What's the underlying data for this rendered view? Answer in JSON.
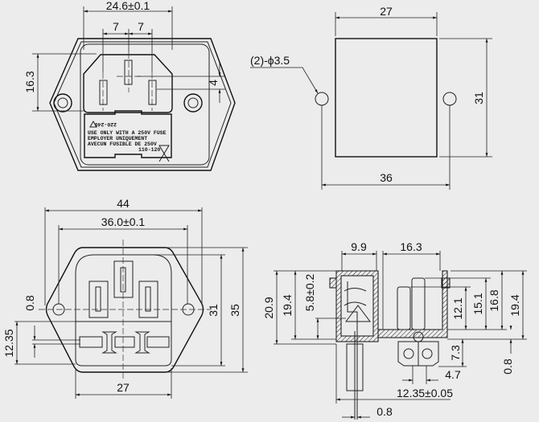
{
  "front_view": {
    "dim_width": "24.6±0.1",
    "dim_pin_left": "7",
    "dim_pin_right": "7",
    "dim_height": "16.3",
    "dim_offset": "4",
    "label_line1": "USE ONLY WITH A 250V FUSE",
    "label_line2": "EMPLOYER UNIQUEMENT",
    "label_line3": "AVECUN FUSIBLE DE 250V",
    "label_voltage": "110-120",
    "label_voltage_alt": "220-240"
  },
  "cutout_view": {
    "dim_width": "27",
    "dim_height": "31",
    "dim_hole_spacing": "36",
    "hole_label": "(2)-ϕ3.5"
  },
  "rear_view": {
    "dim_overall_width": "44",
    "dim_hole_spacing": "36.0±0.1",
    "dim_body_width": "27",
    "dim_body_height": "31",
    "dim_overall_height": "35",
    "dim_terminal_thickness": "0.8",
    "dim_terminal_offset": "12.35"
  },
  "side_view": {
    "dim_fuse_depth": "9.9",
    "dim_inlet_depth": "16.3",
    "dim_total_height": "20.9",
    "dim_height_left": "19.4",
    "dim_fuse_offset": "5.8±0.2",
    "dim_pin_short": "12.1",
    "dim_pin_long": "15.1",
    "dim_body_depth": "16.8",
    "dim_height_right": "19.4",
    "dim_terminal_length": "7.3",
    "dim_flange": "0.8",
    "dim_terminal_spacing": "4.7",
    "dim_terminal_offset": "12.35±0.05",
    "dim_pin_thickness": "0.8"
  }
}
